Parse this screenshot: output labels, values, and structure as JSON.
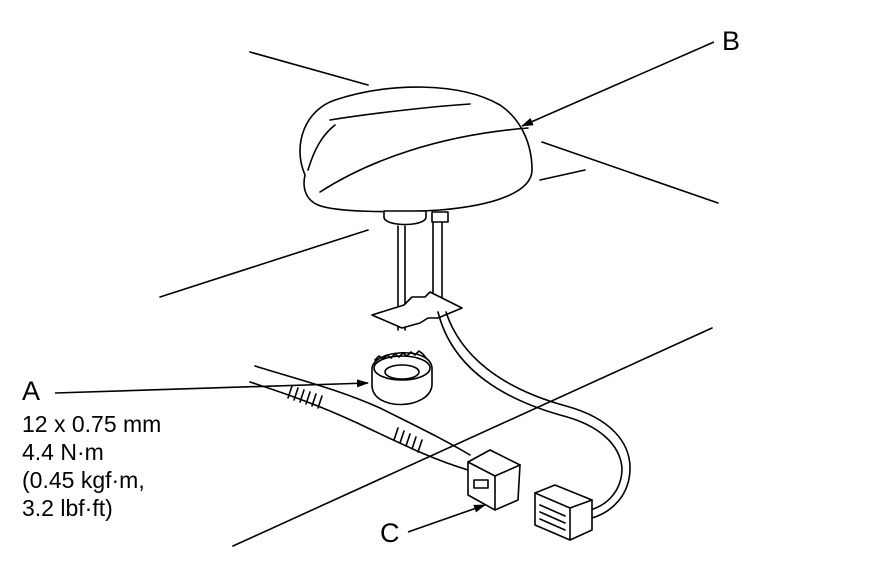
{
  "labels": {
    "a": "A",
    "b": "B",
    "c": "C"
  },
  "spec_a": {
    "line1": "12 x 0.75 mm",
    "line2": "4.4 N·m",
    "line3": "(0.45 kgf·m,",
    "line4": "3.2 lbf·ft)"
  },
  "colors": {
    "line": "#000000",
    "fill": "#ffffff"
  }
}
